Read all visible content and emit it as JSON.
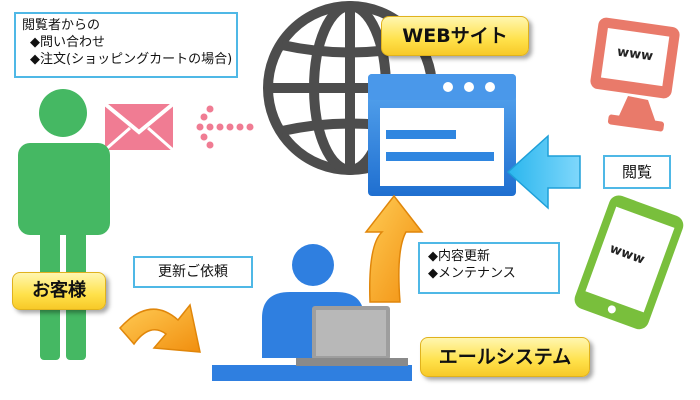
{
  "viewer_note": {
    "heading": "閲覧者からの",
    "items": [
      "◆問い合わせ",
      "◆注文(ショッピングカートの場合)"
    ]
  },
  "website_label": "WEBサイト",
  "customer_label": "お客様",
  "request_label": "更新ご依頼",
  "system_label": "エールシステム",
  "update_note": {
    "items": [
      "◆内容更新",
      "◆メンテナンス"
    ]
  },
  "browse_label": "閲覧",
  "www_text": "www",
  "colors": {
    "accent_blue": "#4fb8e6",
    "customer_green": "#45b863",
    "mail_pink": "#f07c93",
    "arrow_orange": "#f7a21b",
    "monitor_salmon": "#e97a6a",
    "phone_green": "#79bf3c",
    "globe_gray": "#4d4d4d",
    "window_blue": "#2f86e0",
    "person_blue": "#2f7fe0"
  },
  "icons": [
    "globe-icon",
    "browser-window-icon",
    "mail-icon",
    "customer-person-icon",
    "monitor-icon",
    "smartphone-icon",
    "operator-person-icon",
    "laptop-icon"
  ]
}
